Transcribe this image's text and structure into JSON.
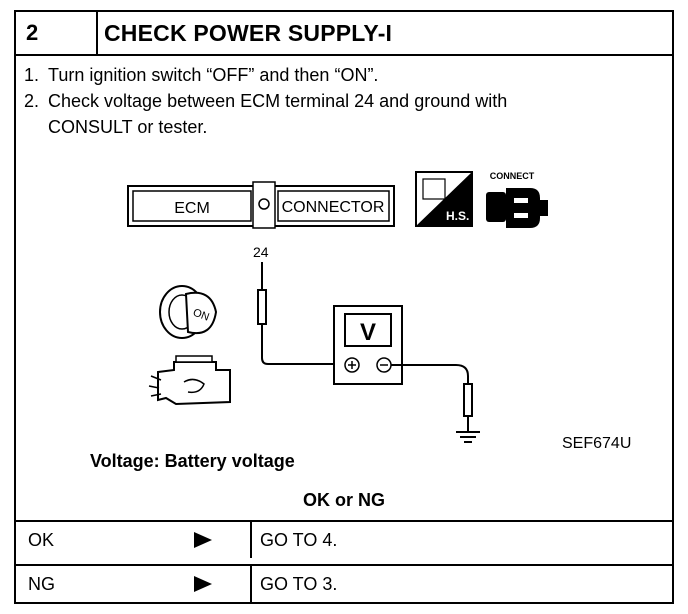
{
  "header": {
    "step": "2",
    "title": "CHECK POWER SUPPLY-I"
  },
  "instructions": {
    "item1_num": "1.",
    "item1_text": "Turn ignition switch “OFF” and then “ON”.",
    "item2_num": "2.",
    "item2_line1": "Check voltage between ECM terminal 24 and ground with",
    "item2_line2": "CONSULT or tester."
  },
  "diagram": {
    "ecm_label": "ECM",
    "connector_label": "CONNECTOR",
    "terminal": "24",
    "meter_label": "V",
    "plus": "⊕",
    "minus": "⊖",
    "key_label": "ON",
    "hs_label": "H.S.",
    "connect_label": "CONNECT",
    "figure_code": "SEF674U"
  },
  "voltage_spec": "Voltage: Battery voltage",
  "decision_label": "OK or NG",
  "results": [
    {
      "label": "OK",
      "action": "GO TO 4."
    },
    {
      "label": "NG",
      "action": "GO TO 3."
    }
  ]
}
